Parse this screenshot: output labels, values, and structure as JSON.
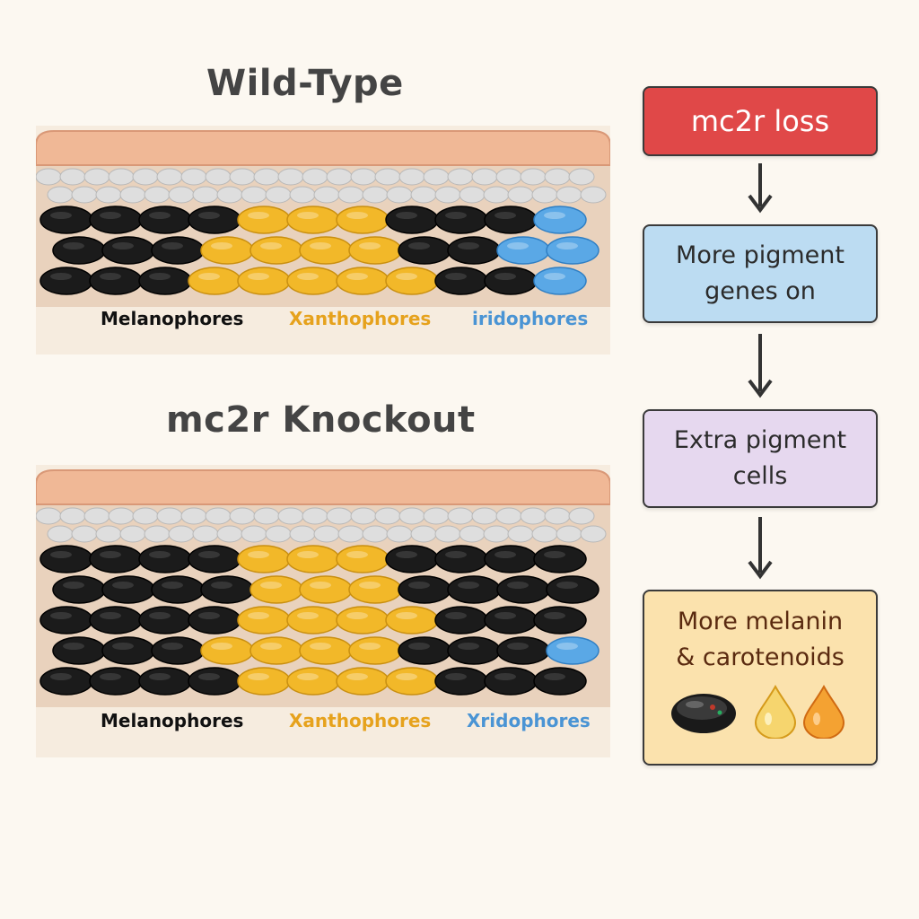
{
  "wild_type": {
    "title": "Wild-Type",
    "labels": {
      "melanophores": "Melanophores",
      "xanthophores": "Xanthophores",
      "iridophores": "iridophores"
    }
  },
  "knockout": {
    "title": "mc2r Knockout",
    "labels": {
      "melanophores": "Melanophores",
      "xanthophores": "Xanthophores",
      "iridophores": "Xridophores"
    }
  },
  "flow": {
    "step1": "mc2r loss",
    "step2_line1": "More pigment",
    "step2_line2": "genes on",
    "step3_line1": "Extra pigment",
    "step3_line2": "cells",
    "step4_line1": "More melanin",
    "step4_line2": "& carotenoids"
  },
  "colors": {
    "melanophore": "#1b1b1b",
    "xanthophore": "#f2b829",
    "iridophore": "#5aa8e6",
    "epidermis": "#f0b896",
    "loss_box": "#e04848",
    "genes_box": "#bcdcf2",
    "cells_box": "#e6d8ef",
    "pigment_box": "#fbe2ad"
  },
  "icons": [
    "melanin-granule-icon",
    "yellow-droplet-icon",
    "orange-droplet-icon"
  ]
}
